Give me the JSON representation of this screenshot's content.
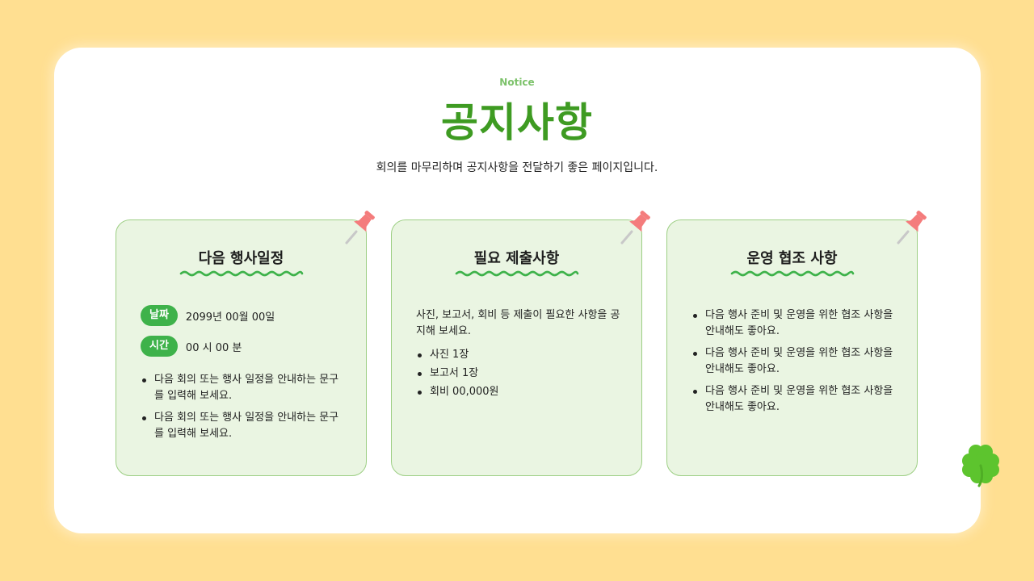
{
  "header": {
    "eyebrow": "Notice",
    "title": "공지사항",
    "subtitle": "회의를 마무리하며 공지사항을 전달하기 좋은 페이지입니다."
  },
  "cards": [
    {
      "title": "다음 행사일정",
      "badges": [
        {
          "label": "날짜",
          "value": "2099년 00월 00일"
        },
        {
          "label": "시간",
          "value": "00 시 00 분"
        }
      ],
      "bullets": [
        "다음 회의 또는 행사 일정을 안내하는 문구를 입력해 보세요.",
        "다음 회의 또는 행사 일정을 안내하는 문구를 입력해 보세요."
      ]
    },
    {
      "title": "필요 제출사항",
      "intro": "사진, 보고서, 회비 등 제출이 필요한 사항을 공지해 보세요.",
      "bullets": [
        "사진 1장",
        "보고서 1장",
        "회비 00,000원"
      ]
    },
    {
      "title": "운영 협조 사항",
      "bullets": [
        "다음 행사 준비 및 운영을 위한 협조 사항을 안내해도 좋아요.",
        "다음 행사 준비 및 운영을 위한 협조 사항을 안내해도 좋아요.",
        "다음 행사 준비 및 운영을 위한 협조 사항을 안내해도 좋아요."
      ]
    }
  ],
  "icons": {
    "pin": "pushpin-icon",
    "clover": "clover-icon"
  },
  "colors": {
    "background": "#FFDF91",
    "title": "#3E9B22",
    "card_bg": "#EAF5E2",
    "badge": "#3EB24A",
    "wave": "#3EB24A",
    "pin": "#F47C7C",
    "clover": "#5DC42E"
  }
}
